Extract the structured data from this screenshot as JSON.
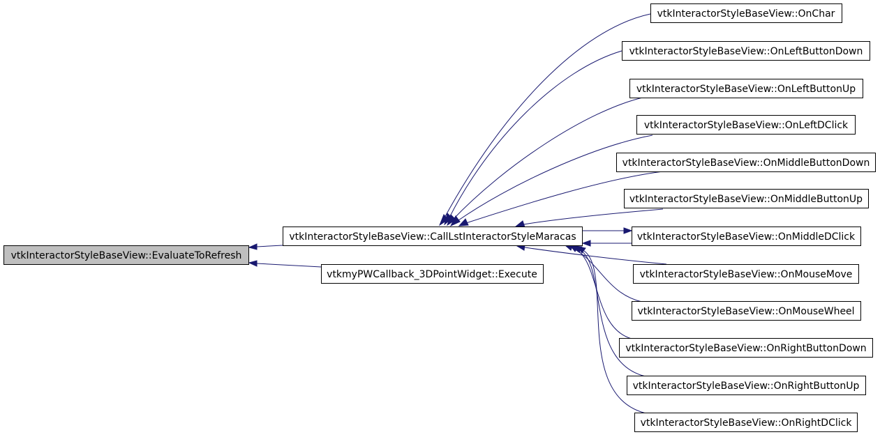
{
  "graph": {
    "root": "vtkInteractorStyleBaseView::EvaluateToRefresh",
    "callers": {
      "call_lst": "vtkInteractorStyleBaseView::CallLstInteractorStyleMaracas",
      "execute": "vtkmyPWCallback_3DPointWidget::Execute"
    },
    "events": {
      "on_char": "vtkInteractorStyleBaseView::OnChar",
      "on_left_button_down": "vtkInteractorStyleBaseView::OnLeftButtonDown",
      "on_left_button_up": "vtkInteractorStyleBaseView::OnLeftButtonUp",
      "on_left_dclick": "vtkInteractorStyleBaseView::OnLeftDClick",
      "on_middle_button_down": "vtkInteractorStyleBaseView::OnMiddleButtonDown",
      "on_middle_button_up": "vtkInteractorStyleBaseView::OnMiddleButtonUp",
      "on_middle_dclick": "vtkInteractorStyleBaseView::OnMiddleDClick",
      "on_mouse_move": "vtkInteractorStyleBaseView::OnMouseMove",
      "on_mouse_wheel": "vtkInteractorStyleBaseView::OnMouseWheel",
      "on_right_button_down": "vtkInteractorStyleBaseView::OnRightButtonDown",
      "on_right_button_up": "vtkInteractorStyleBaseView::OnRightButtonUp",
      "on_right_dclick": "vtkInteractorStyleBaseView::OnRightDClick"
    }
  },
  "colors": {
    "edge": "#191970",
    "root_fill": "#bfbfbf",
    "node_fill": "#ffffff",
    "border": "#000000"
  }
}
